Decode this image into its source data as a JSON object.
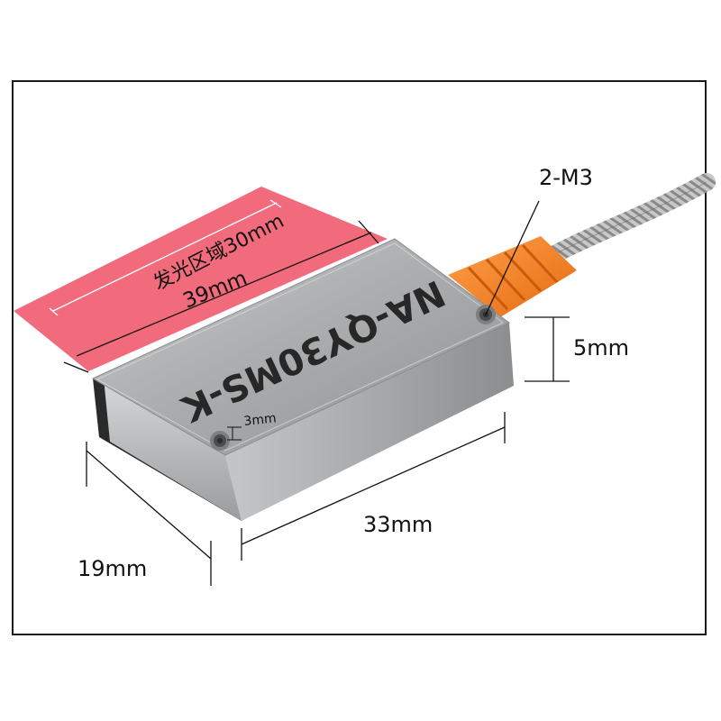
{
  "diagram": {
    "emission_area_label": "发光区域30mm",
    "length_label": "39mm",
    "thread_label": "2-M3",
    "height_label": "5mm",
    "hole_offset_label": "3mm",
    "width_label": "33mm",
    "depth_label": "19mm",
    "model_text": "NA-QY30MS-K"
  },
  "colors": {
    "emission_area": "#f0566a",
    "housing": "#b9bbbd",
    "sleeve": "#f5821f",
    "frame": "#1a1a1a"
  }
}
